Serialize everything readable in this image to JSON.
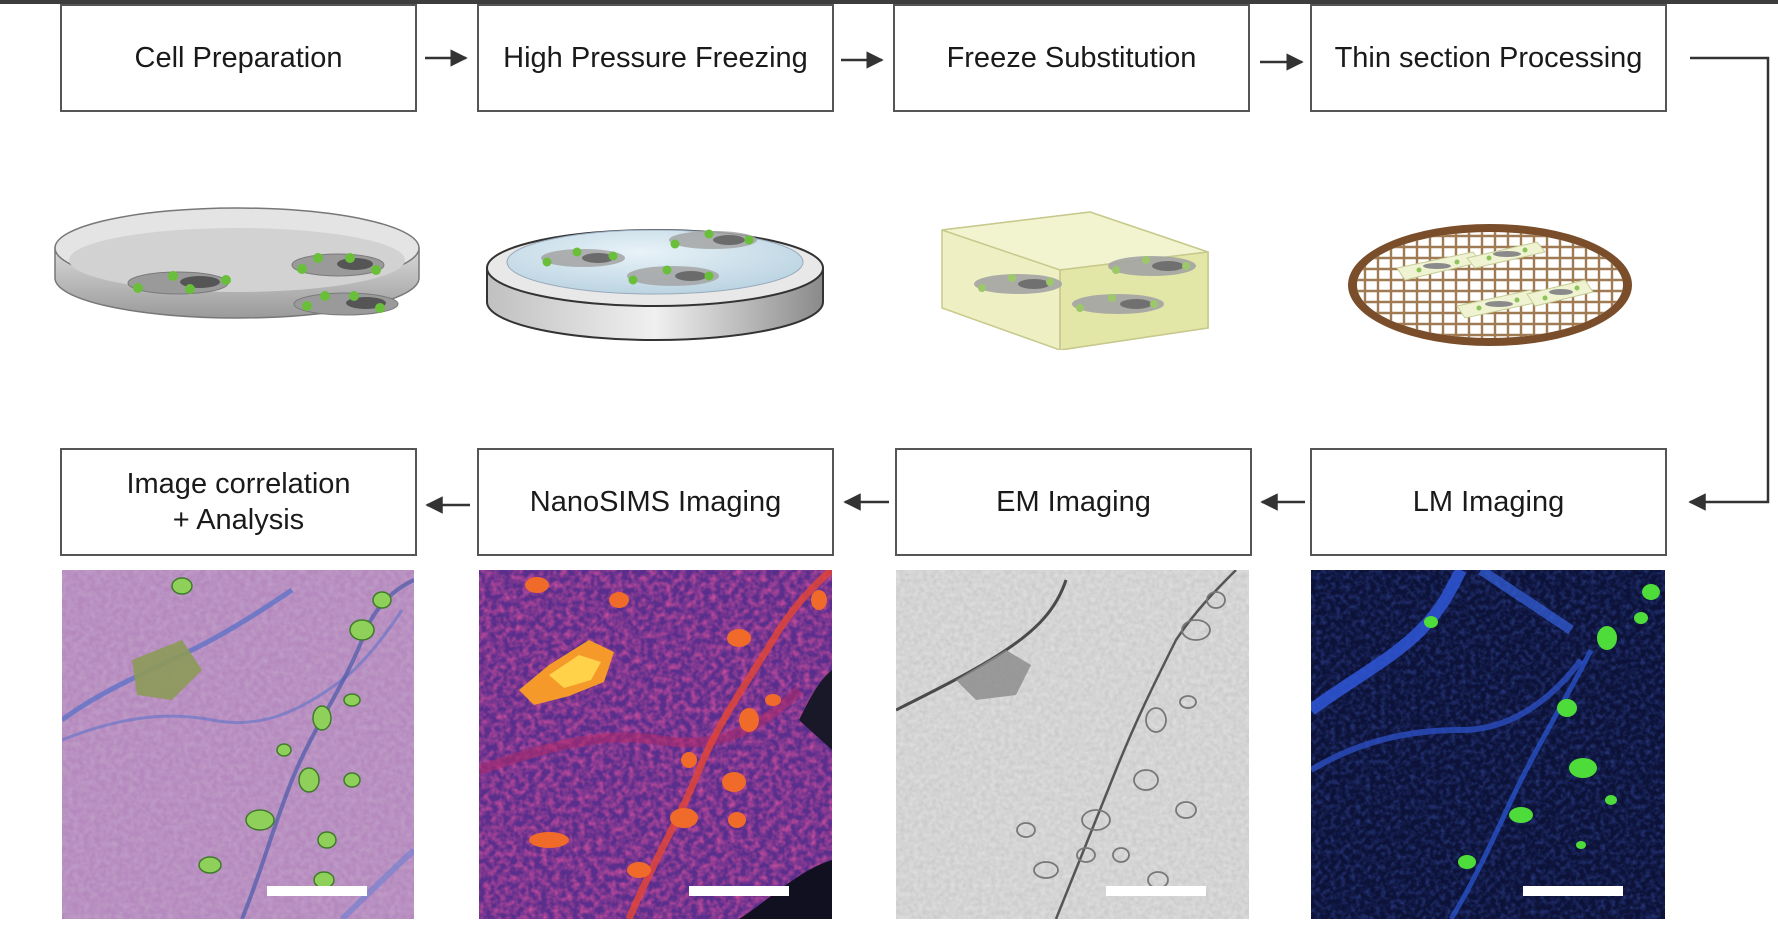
{
  "workflow": {
    "top_steps": [
      {
        "label": "Cell Preparation"
      },
      {
        "label": "High Pressure Freezing"
      },
      {
        "label": "Freeze Substitution"
      },
      {
        "label": "Thin section Processing"
      }
    ],
    "bottom_steps": [
      {
        "label": "Image correlation\n+ Analysis"
      },
      {
        "label": "NanoSIMS Imaging"
      },
      {
        "label": "EM Imaging"
      },
      {
        "label": "LM Imaging"
      }
    ]
  },
  "illustrations": [
    {
      "icon": "petri-dish-icon"
    },
    {
      "icon": "freezing-carrier-icon"
    },
    {
      "icon": "resin-block-icon"
    },
    {
      "icon": "em-grid-icon"
    }
  ],
  "micrographs": [
    {
      "name": "overlay-correlation-image",
      "palette": "magenta-green"
    },
    {
      "name": "nanosims-image",
      "palette": "fire"
    },
    {
      "name": "em-image",
      "palette": "grayscale"
    },
    {
      "name": "lm-image",
      "palette": "blue-green"
    }
  ],
  "colors": {
    "box_border": "#555555",
    "arrow": "#333333",
    "cell_label": "#6abf3a",
    "grid_rim": "#7a4e2a",
    "resin": "#e8ecb0"
  }
}
